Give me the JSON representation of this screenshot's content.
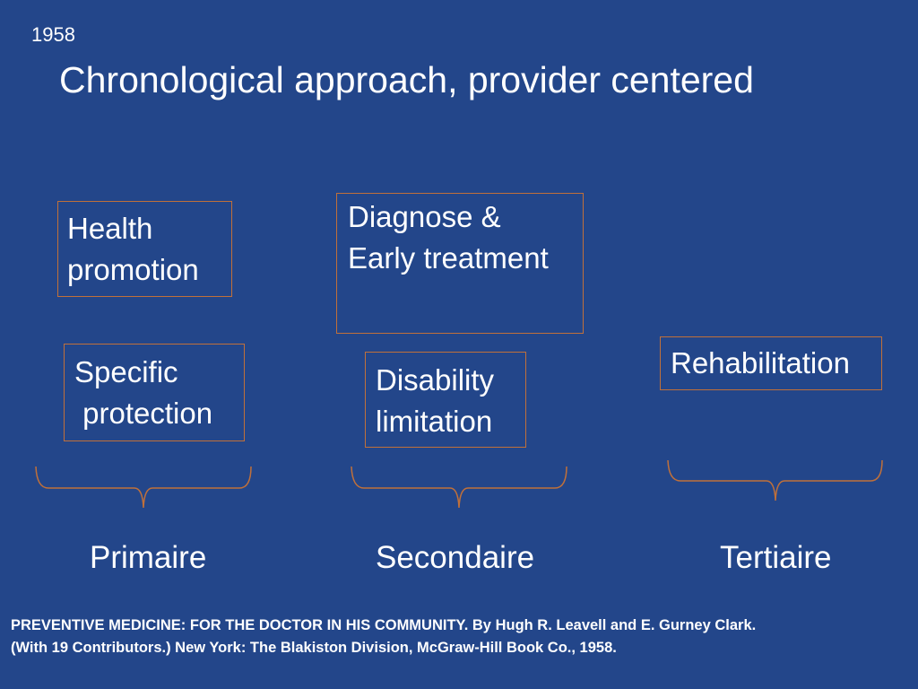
{
  "year": "1958",
  "title": "Chronological approach, provider centered",
  "boxes": {
    "health_promotion": [
      "Health",
      "promotion"
    ],
    "diagnose": [
      "Diagnose &",
      "Early treatment"
    ],
    "specific_protection": [
      "Specific",
      " protection"
    ],
    "disability_limitation": [
      "Disability",
      "limitation"
    ],
    "rehabilitation": [
      "Rehabilitation"
    ]
  },
  "levels": {
    "primary": "Primaire",
    "secondary": "Secondaire",
    "tertiary": "Tertiaire"
  },
  "reference": [
    "PREVENTIVE MEDICINE: FOR THE DOCTOR IN HIS COMMUNITY. By Hugh R. Leavell and E. Gurney Clark.",
    "(With 19 Contributors.) New York: The Blakiston Division, McGraw-Hill Book Co., 1958."
  ],
  "colors": {
    "background": "#23468a",
    "box_border": "#c0703a",
    "text": "#ffffff"
  }
}
